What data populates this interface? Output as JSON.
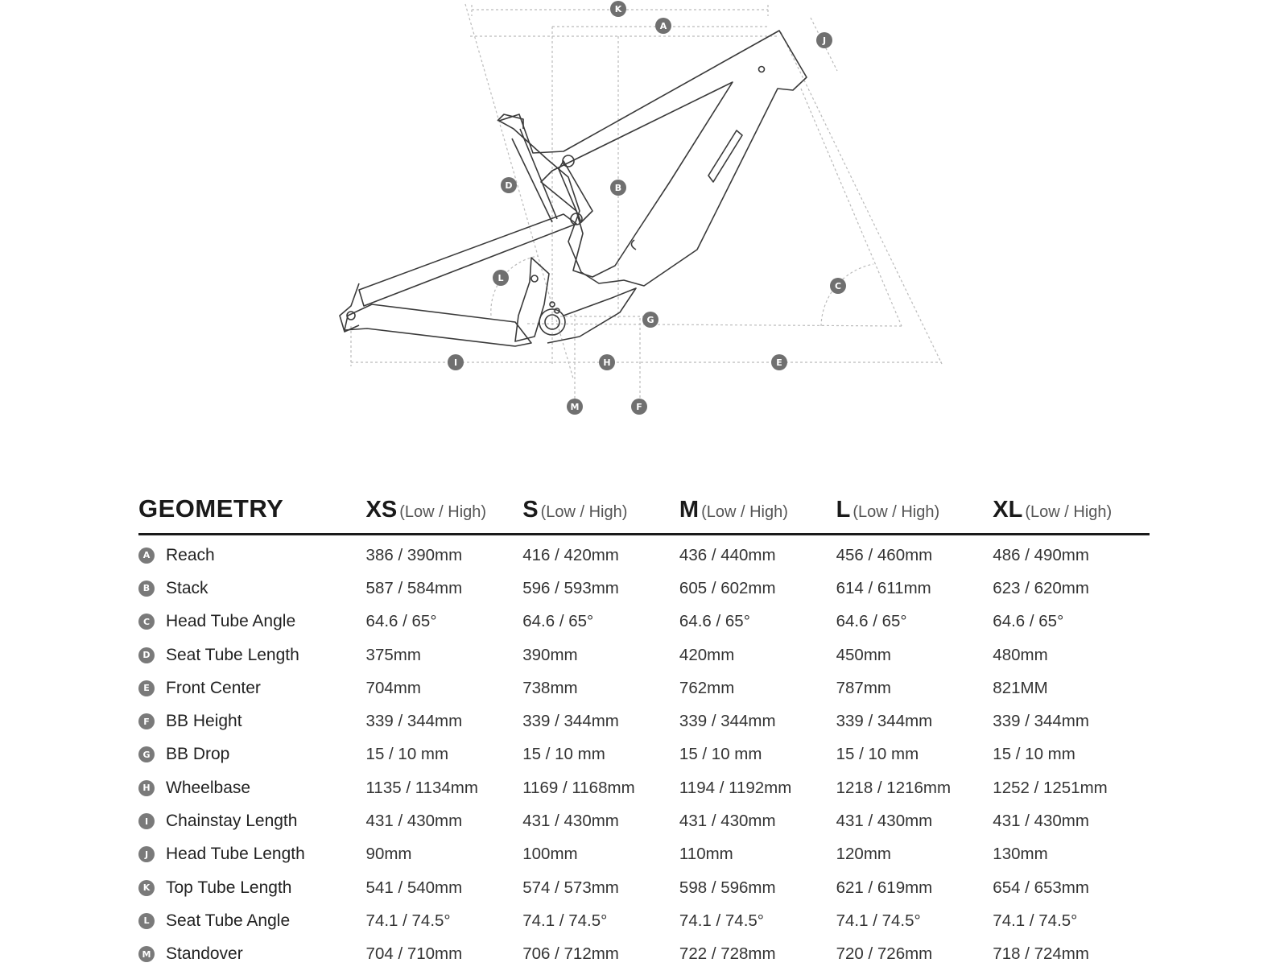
{
  "diagram": {
    "markers": [
      "K",
      "A",
      "J",
      "B",
      "D",
      "C",
      "L",
      "G",
      "I",
      "H",
      "E",
      "M",
      "F"
    ],
    "line_color": "#3a3a3a",
    "dim_color": "#bbbbbb",
    "marker_color": "#707070"
  },
  "table": {
    "title": "GEOMETRY",
    "sizes": [
      {
        "name": "XS",
        "sub": "(Low / High)"
      },
      {
        "name": "S",
        "sub": "(Low / High)"
      },
      {
        "name": "M",
        "sub": "(Low / High)"
      },
      {
        "name": "L",
        "sub": "(Low / High)"
      },
      {
        "name": "XL",
        "sub": "(Low / High)"
      }
    ],
    "rows": [
      {
        "letter": "A",
        "label": "Reach",
        "values": [
          "386 / 390mm",
          "416 / 420mm",
          "436 / 440mm",
          "456 / 460mm",
          "486 / 490mm"
        ]
      },
      {
        "letter": "B",
        "label": "Stack",
        "values": [
          "587 / 584mm",
          "596 / 593mm",
          "605 / 602mm",
          "614 / 611mm",
          "623 / 620mm"
        ]
      },
      {
        "letter": "C",
        "label": "Head Tube Angle",
        "values": [
          "64.6 / 65°",
          "64.6 / 65°",
          "64.6 / 65°",
          "64.6 / 65°",
          "64.6 / 65°"
        ]
      },
      {
        "letter": "D",
        "label": "Seat Tube Length",
        "values": [
          "375mm",
          "390mm",
          "420mm",
          "450mm",
          "480mm"
        ]
      },
      {
        "letter": "E",
        "label": "Front Center",
        "values": [
          "704mm",
          "738mm",
          "762mm",
          "787mm",
          "821MM"
        ]
      },
      {
        "letter": "F",
        "label": "BB Height",
        "values": [
          "339 / 344mm",
          "339 / 344mm",
          "339 / 344mm",
          "339 / 344mm",
          "339 / 344mm"
        ]
      },
      {
        "letter": "G",
        "label": "BB Drop",
        "values": [
          "15 / 10 mm",
          "15 / 10 mm",
          "15 / 10 mm",
          "15 / 10 mm",
          "15 / 10 mm"
        ]
      },
      {
        "letter": "H",
        "label": "Wheelbase",
        "values": [
          "1135 / 1134mm",
          "1169 / 1168mm",
          "1194 / 1192mm",
          "1218 / 1216mm",
          "1252 / 1251mm"
        ]
      },
      {
        "letter": "I",
        "label": "Chainstay Length",
        "values": [
          "431 / 430mm",
          "431 / 430mm",
          "431 / 430mm",
          "431 / 430mm",
          "431 / 430mm"
        ]
      },
      {
        "letter": "J",
        "label": "Head Tube Length",
        "values": [
          "90mm",
          "100mm",
          "110mm",
          "120mm",
          "130mm"
        ]
      },
      {
        "letter": "K",
        "label": "Top Tube Length",
        "values": [
          "541 / 540mm",
          "574 / 573mm",
          "598 / 596mm",
          "621 / 619mm",
          "654 / 653mm"
        ]
      },
      {
        "letter": "L",
        "label": "Seat Tube Angle",
        "values": [
          "74.1 / 74.5°",
          "74.1 / 74.5°",
          "74.1 / 74.5°",
          "74.1 / 74.5°",
          "74.1 / 74.5°"
        ]
      },
      {
        "letter": "M",
        "label": "Standover",
        "values": [
          "704 / 710mm",
          "706 / 712mm",
          "722 / 728mm",
          "720 / 726mm",
          "718 / 724mm"
        ]
      }
    ]
  }
}
